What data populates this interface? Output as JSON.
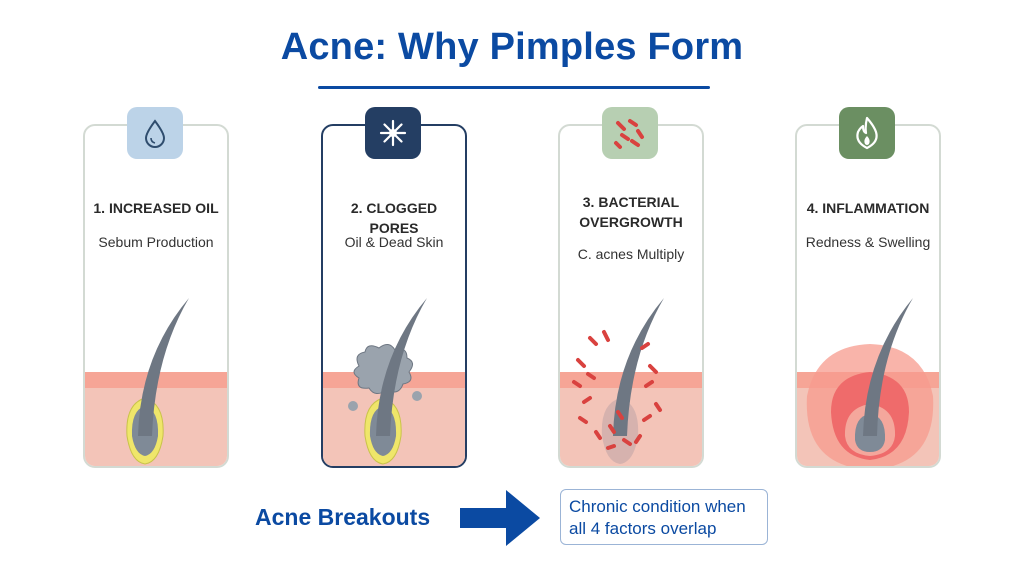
{
  "title": "Acne: Why Pimples Form",
  "cards": [
    {
      "title": "1. INCREASED OIL",
      "subtitle": "Sebum Production",
      "icon": "droplet-icon",
      "badge_color": "#bcd3e8"
    },
    {
      "title": "2. CLOGGED PORES",
      "subtitle": "Oil & Dead Skin",
      "icon": "snowflake-icon",
      "badge_color": "#243e63"
    },
    {
      "title": "3. BACTERIAL OVERGROWTH",
      "subtitle": "C. acnes Multiply",
      "icon": "bacteria-icon",
      "badge_color": "#b7cfb2"
    },
    {
      "title": "4. INFLAMMATION",
      "subtitle": "Redness & Swelling",
      "icon": "flame-icon",
      "badge_color": "#6b8f62"
    }
  ],
  "footer": {
    "label": "Acne Breakouts",
    "note": "Chronic condition when all 4 factors overlap"
  },
  "colors": {
    "accent": "#0b4aa2",
    "skin": "#f3c4b8",
    "oil": "#e6e043",
    "bacteria": "#d9423f",
    "inflammation": "#ef6b6b"
  }
}
